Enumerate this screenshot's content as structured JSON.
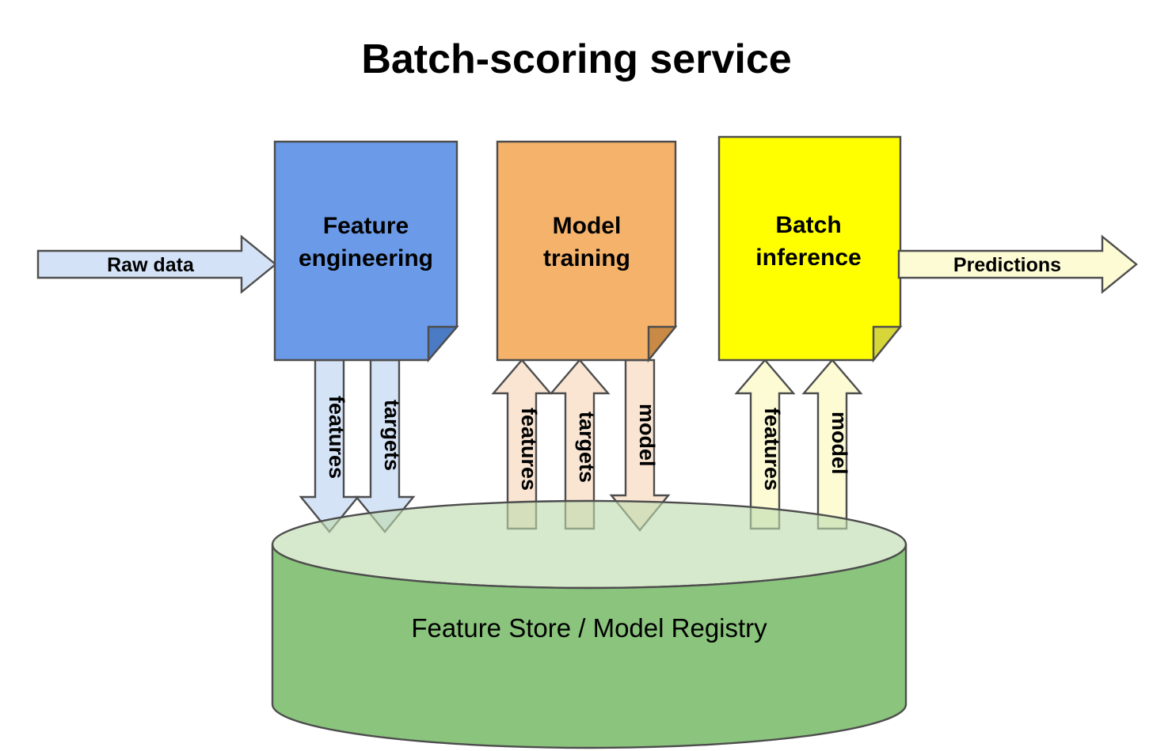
{
  "title": "Batch-scoring service",
  "colors": {
    "feature_engineering_fill": "#6B9BE8",
    "feature_engineering_fold": "#4A7BC4",
    "model_training_fill": "#F5B26B",
    "model_training_fold": "#C88A45",
    "batch_inference_fill": "#FFFF00",
    "batch_inference_fold": "#D6D63B",
    "store_top_fill": "#BEDCAE",
    "store_body_fill": "#8AC47D",
    "raw_data_arrow_fill": "#D3E2F7",
    "predictions_arrow_fill": "#FCFBD4",
    "blue_flow_fill": "#D3E2F7",
    "orange_flow_fill": "#FAE5D3",
    "yellow_flow_fill": "#FCFBD4",
    "stroke": "#4D4D4D"
  },
  "nodes": [
    {
      "id": "feature-engineering",
      "label_line1": "Feature",
      "label_line2": "engineering"
    },
    {
      "id": "model-training",
      "label_line1": "Model",
      "label_line2": "training"
    },
    {
      "id": "batch-inference",
      "label_line1": "Batch",
      "label_line2": "inference"
    }
  ],
  "store": {
    "label": "Feature Store / Model Registry"
  },
  "io_arrows": [
    {
      "id": "raw-data",
      "label": "Raw data",
      "direction": "right"
    },
    {
      "id": "predictions",
      "label": "Predictions",
      "direction": "right"
    }
  ],
  "flows": [
    {
      "id": "fe-features",
      "label": "features",
      "direction": "down",
      "source": "feature-engineering",
      "target": "store"
    },
    {
      "id": "fe-targets",
      "label": "targets",
      "direction": "down",
      "source": "feature-engineering",
      "target": "store"
    },
    {
      "id": "mt-features",
      "label": "features",
      "direction": "up",
      "source": "store",
      "target": "model-training"
    },
    {
      "id": "mt-targets",
      "label": "targets",
      "direction": "up",
      "source": "store",
      "target": "model-training"
    },
    {
      "id": "mt-model",
      "label": "model",
      "direction": "down",
      "source": "model-training",
      "target": "store"
    },
    {
      "id": "bi-features",
      "label": "features",
      "direction": "up",
      "source": "store",
      "target": "batch-inference"
    },
    {
      "id": "bi-model",
      "label": "model",
      "direction": "up",
      "source": "store",
      "target": "batch-inference"
    }
  ],
  "chart_data": {
    "type": "diagram",
    "title": "Batch-scoring service",
    "diagram_kind": "data-flow pipeline",
    "stages": [
      "Feature engineering",
      "Model training",
      "Batch inference"
    ],
    "datastore": "Feature Store / Model Registry",
    "inputs": [
      "Raw data"
    ],
    "outputs": [
      "Predictions"
    ],
    "edges": [
      {
        "from": "Raw data",
        "to": "Feature engineering",
        "label": "Raw data"
      },
      {
        "from": "Feature engineering",
        "to": "Feature Store / Model Registry",
        "label": "features"
      },
      {
        "from": "Feature engineering",
        "to": "Feature Store / Model Registry",
        "label": "targets"
      },
      {
        "from": "Feature Store / Model Registry",
        "to": "Model training",
        "label": "features"
      },
      {
        "from": "Feature Store / Model Registry",
        "to": "Model training",
        "label": "targets"
      },
      {
        "from": "Model training",
        "to": "Feature Store / Model Registry",
        "label": "model"
      },
      {
        "from": "Feature Store / Model Registry",
        "to": "Batch inference",
        "label": "features"
      },
      {
        "from": "Feature Store / Model Registry",
        "to": "Batch inference",
        "label": "model"
      },
      {
        "from": "Batch inference",
        "to": "Predictions",
        "label": "Predictions"
      }
    ]
  }
}
